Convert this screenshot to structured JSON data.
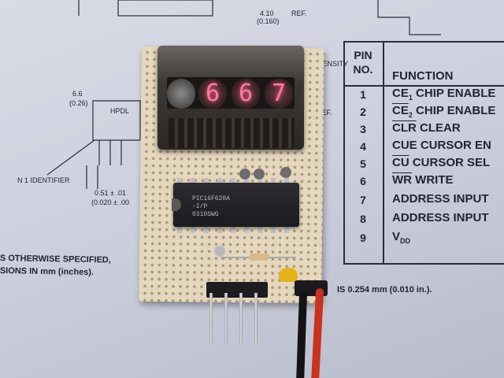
{
  "display": {
    "digits": [
      "",
      "6",
      "6",
      "7"
    ]
  },
  "chip": {
    "lines": [
      "PIC16F628A",
      "-I/P",
      "0310SWG"
    ]
  },
  "document": {
    "dims": [
      "4.10",
      "(0.160)",
      "REF.",
      "6.6",
      "(0.26)",
      "HPDL",
      "0.51 ± .01",
      "(0.020 ± .00",
      "REF."
    ],
    "notes": [
      "N 1 IDENTIFIER",
      "S OTHERWISE SPECIFIED,",
      "SIONS IN mm (inches).",
      "IS 0.254 mm (0.010 in.).",
      "TENSITY"
    ],
    "table": {
      "headers": {
        "pin": "PIN",
        "no": "NO.",
        "function": "FUNCTION"
      },
      "rows": [
        {
          "pin": "1",
          "function": "CE",
          "sub": "1",
          "rest": " CHIP ENABLE"
        },
        {
          "pin": "2",
          "function": "CE",
          "sub": "2",
          "rest": " CHIP ENABLE"
        },
        {
          "pin": "3",
          "function": "CLR",
          "sub": "",
          "rest": " CLEAR"
        },
        {
          "pin": "4",
          "function": "CUE",
          "sub": "",
          "rest": " CURSOR EN"
        },
        {
          "pin": "5",
          "function": "CU",
          "sub": "",
          "rest": " CURSOR SEL"
        },
        {
          "pin": "6",
          "function": "WR",
          "sub": "",
          "rest": " WRITE"
        },
        {
          "pin": "7",
          "function": "ADDRESS INPUT",
          "sub": "",
          "rest": ""
        },
        {
          "pin": "8",
          "function": "ADDRESS INPUT",
          "sub": "",
          "rest": ""
        },
        {
          "pin": "9",
          "function": "V",
          "sub": "DD",
          "rest": ""
        }
      ]
    }
  },
  "colors": {
    "paper": "#d3d6e2",
    "board": "#e4d7bd",
    "digit_glow": "#ff7aa0",
    "wire_red": "#c9321c",
    "wire_black": "#141414"
  }
}
